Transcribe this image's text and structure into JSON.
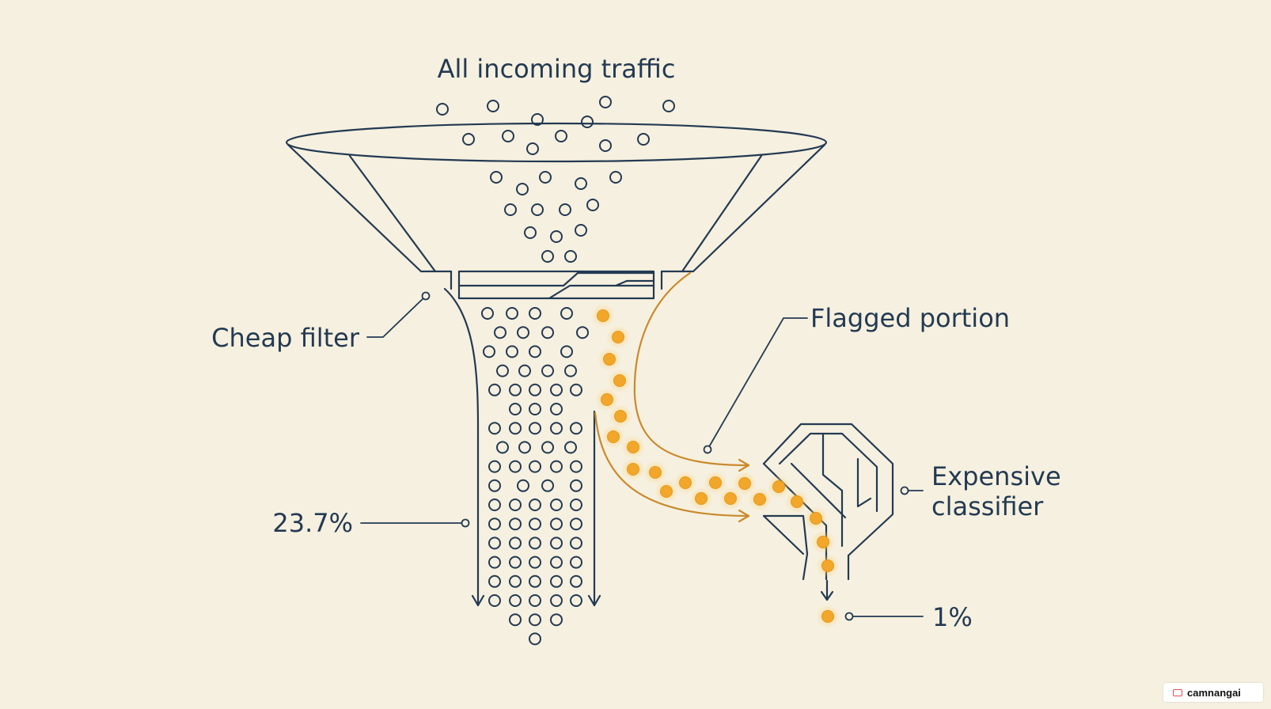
{
  "labels": {
    "top": "All incoming traffic",
    "filter": "Cheap filter",
    "flagged": "Flagged portion",
    "classifier_line1": "Expensive",
    "classifier_line2": "classifier",
    "passed_pct": "23.7%",
    "final_pct": "1%"
  },
  "watermark": "camnangai",
  "colors": {
    "background": "#f6f0e0",
    "ink": "#233a52",
    "flagged": "#f2a62a",
    "flagged_path": "#c98a2b"
  }
}
